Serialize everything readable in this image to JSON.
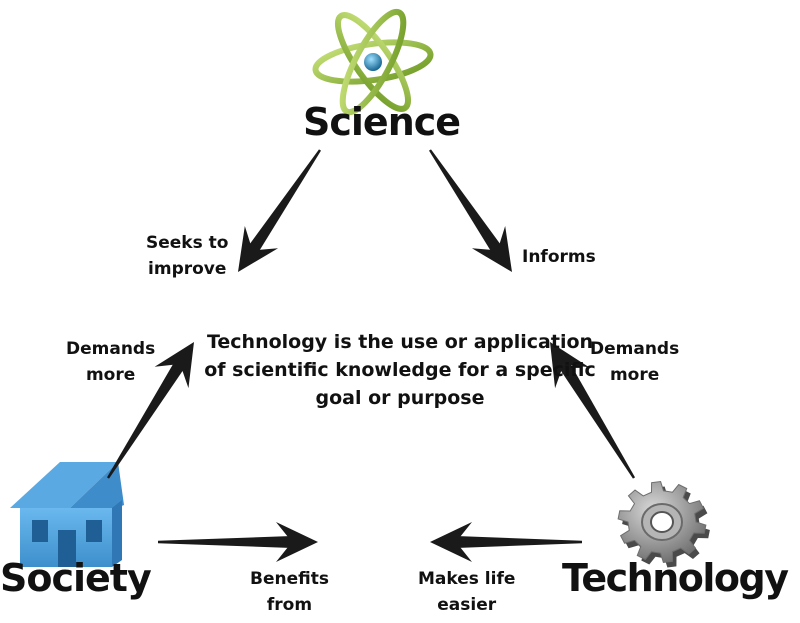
{
  "nodes": {
    "science": {
      "title": "Science",
      "icon": "atom-icon"
    },
    "society": {
      "title": "Society",
      "icon": "house-icon"
    },
    "technology": {
      "title": "Technology",
      "icon": "gear-icon"
    }
  },
  "center_text": "Technology is the use or application of scientific knowledge for a specific goal or purpose",
  "edges": [
    {
      "from": "Science",
      "to": "Society",
      "label": [
        "Seeks to",
        "improve"
      ]
    },
    {
      "from": "Science",
      "to": "Technology",
      "label": [
        "Informs"
      ]
    },
    {
      "from": "Society",
      "to": "Science",
      "label": [
        "Demands",
        "more"
      ]
    },
    {
      "from": "Technology",
      "to": "Science",
      "label": [
        "Demands",
        "more"
      ]
    },
    {
      "from": "Society",
      "to": "Technology",
      "label": [
        "Benefits",
        "from"
      ]
    },
    {
      "from": "Technology",
      "to": "Society",
      "label": [
        "Makes life",
        "easier"
      ]
    }
  ],
  "colors": {
    "atom_orbit": "#8fbf3a",
    "atom_nucleus": "#1f7fb3",
    "house": "#4a9ed9",
    "gear": "#8a8a8a",
    "arrow": "#1a1a1a"
  }
}
